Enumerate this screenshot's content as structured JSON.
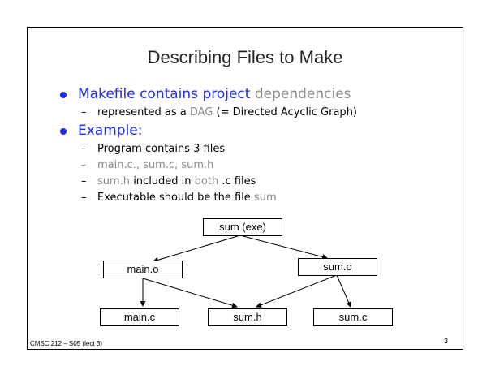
{
  "title": "Describing Files to Make",
  "bullets": [
    {
      "parts": [
        "Makefile contains project ",
        "dependencies"
      ]
    },
    {
      "parts": [
        "Example:"
      ]
    }
  ],
  "sub1": {
    "parts": [
      "represented as a ",
      "DAG",
      " (= Directed Acyclic Graph)"
    ]
  },
  "sub2": [
    {
      "parts": [
        "Program contains 3 files"
      ]
    },
    {
      "parts": [
        "main.c., sum.c, sum.h"
      ]
    },
    {
      "parts": [
        "sum.h",
        " included in ",
        "both",
        " .c files"
      ]
    },
    {
      "parts": [
        "Executable should be the file ",
        "sum"
      ]
    }
  ],
  "diagram": {
    "nodes": {
      "sum_exe": "sum (exe)",
      "main_o": "main.o",
      "sum_o": "sum.o",
      "main_c": "main.c",
      "sum_h": "sum.h",
      "sum_c": "sum.c"
    }
  },
  "footer": "CMSC 212 – S05 (lect 3)",
  "page_number": "3"
}
